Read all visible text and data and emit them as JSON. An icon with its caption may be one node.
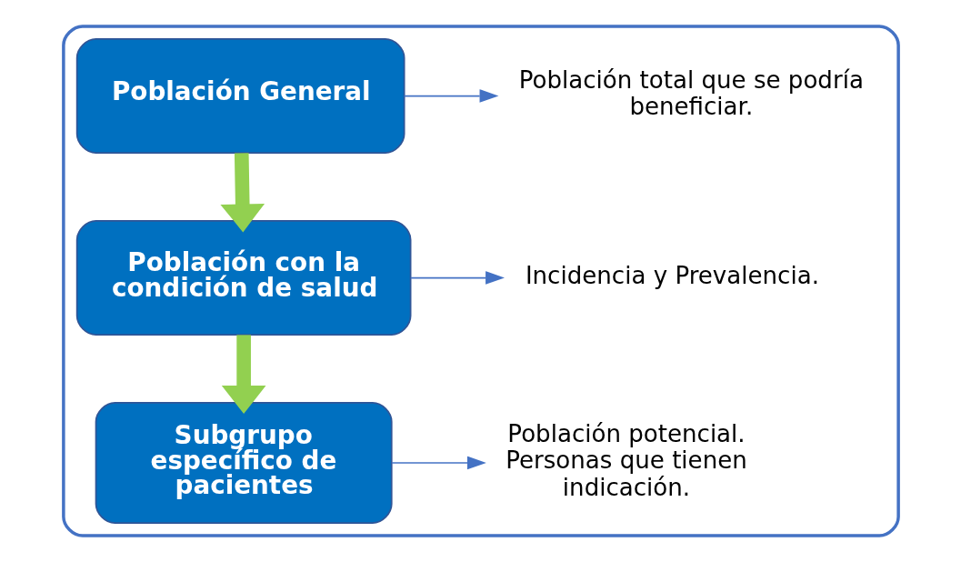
{
  "diagram": {
    "nodes": [
      {
        "text": [],
        "shape": "box"
      },
      {
        "text": [
          "Población General"
        ],
        "in": 0
      },
      {
        "text": [
          "Población total que se podría beneficiar."
        ],
        "in": 0
      },
      {
        "text": [
          "Población con la condición de salud"
        ],
        "in": 0
      },
      {
        "text": [
          "Incidencia y Prevalencia."
        ],
        "in": 0
      },
      {
        "text": [
          "Subgrupo específico de pacientes"
        ],
        "in": 0
      },
      {
        "text": [
          "Población potencial. Personas que tienen indicación."
        ],
        "in": 0
      }
    ],
    "edges": [
      {
        "from": 1,
        "to": 2,
        "arrow": "to"
      },
      {
        "from": 1,
        "to": 3,
        "arrow": "to",
        "style": "thick",
        "color": "#92d050"
      },
      {
        "from": 3,
        "to": 4,
        "arrow": "to"
      },
      {
        "from": 3,
        "to": 5,
        "arrow": "to",
        "style": "thick",
        "color": "#92d050"
      },
      {
        "from": 5,
        "to": 6,
        "arrow": "to"
      }
    ]
  }
}
